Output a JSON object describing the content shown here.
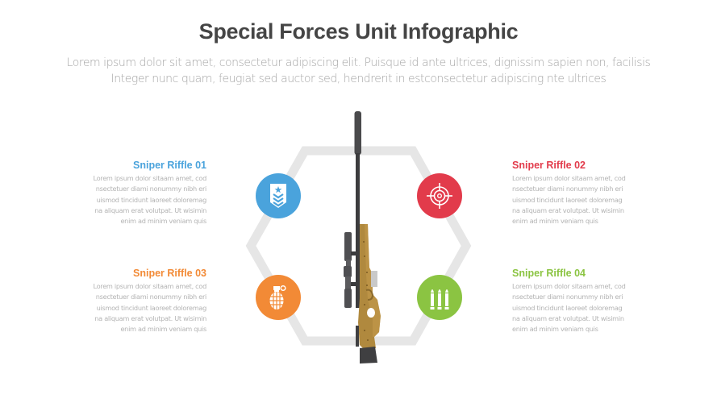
{
  "header": {
    "title": "Special Forces Unit Infographic",
    "subtitle_lines": [
      "Lorem ipsum dolor sit amet, consectetur adipiscing elit. Puisque id ante ultrices, dignissim sapien non, facilisis",
      "Integer nunc quam, feugiat sed auctor sed, hendrerit in estconsectetur adipiscing nte ultrices"
    ]
  },
  "colors": {
    "title": "#454545",
    "subtitle": "#a6a6a6",
    "hexagon": "#e6e6e6",
    "blue": "#4aa3dc",
    "red": "#e23b4b",
    "orange": "#f28a36",
    "green": "#8bc442"
  },
  "items": [
    {
      "heading": "Sniper Riffle 01",
      "color": "#4aa3dc",
      "icon": "military-rank-chevron-icon",
      "body_lines": [
        "Lorem ipsum dolor sitaam amet, cod",
        "nsectetuer diami nonummy  nibh eri",
        "uismod tincidunt laoreet doloremag",
        "na aliquam erat volutpat. Ut wisimin",
        "enim ad minim veniam quis"
      ]
    },
    {
      "heading": "Sniper Riffle 02",
      "color": "#e23b4b",
      "icon": "crosshair-target-icon",
      "body_lines": [
        "Lorem ipsum dolor sitaam amet, cod",
        "nsectetuer diami nonummy  nibh eri",
        "uismod tincidunt laoreet doloremag",
        "na aliquam erat volutpat. Ut wisimin",
        "enim ad minim veniam quis"
      ]
    },
    {
      "heading": "Sniper Riffle 03",
      "color": "#f28a36",
      "icon": "grenade-icon",
      "body_lines": [
        "Lorem ipsum dolor sitaam amet, cod",
        "nsectetuer diami nonummy  nibh eri",
        "uismod tincidunt laoreet doloremag",
        "na aliquam erat volutpat. Ut wisimin",
        "enim ad minim veniam quis"
      ]
    },
    {
      "heading": "Sniper Riffle 04",
      "color": "#8bc442",
      "icon": "bullets-ammo-icon",
      "body_lines": [
        "Lorem ipsum dolor sitaam amet, cod",
        "nsectetuer diami nonummy  nibh eri",
        "uismod tincidunt laoreet doloremag",
        "na aliquam erat volutpat. Ut wisimin",
        "enim ad minim veniam quis"
      ]
    }
  ],
  "center_graphic": "sniper-rifle-illustration"
}
